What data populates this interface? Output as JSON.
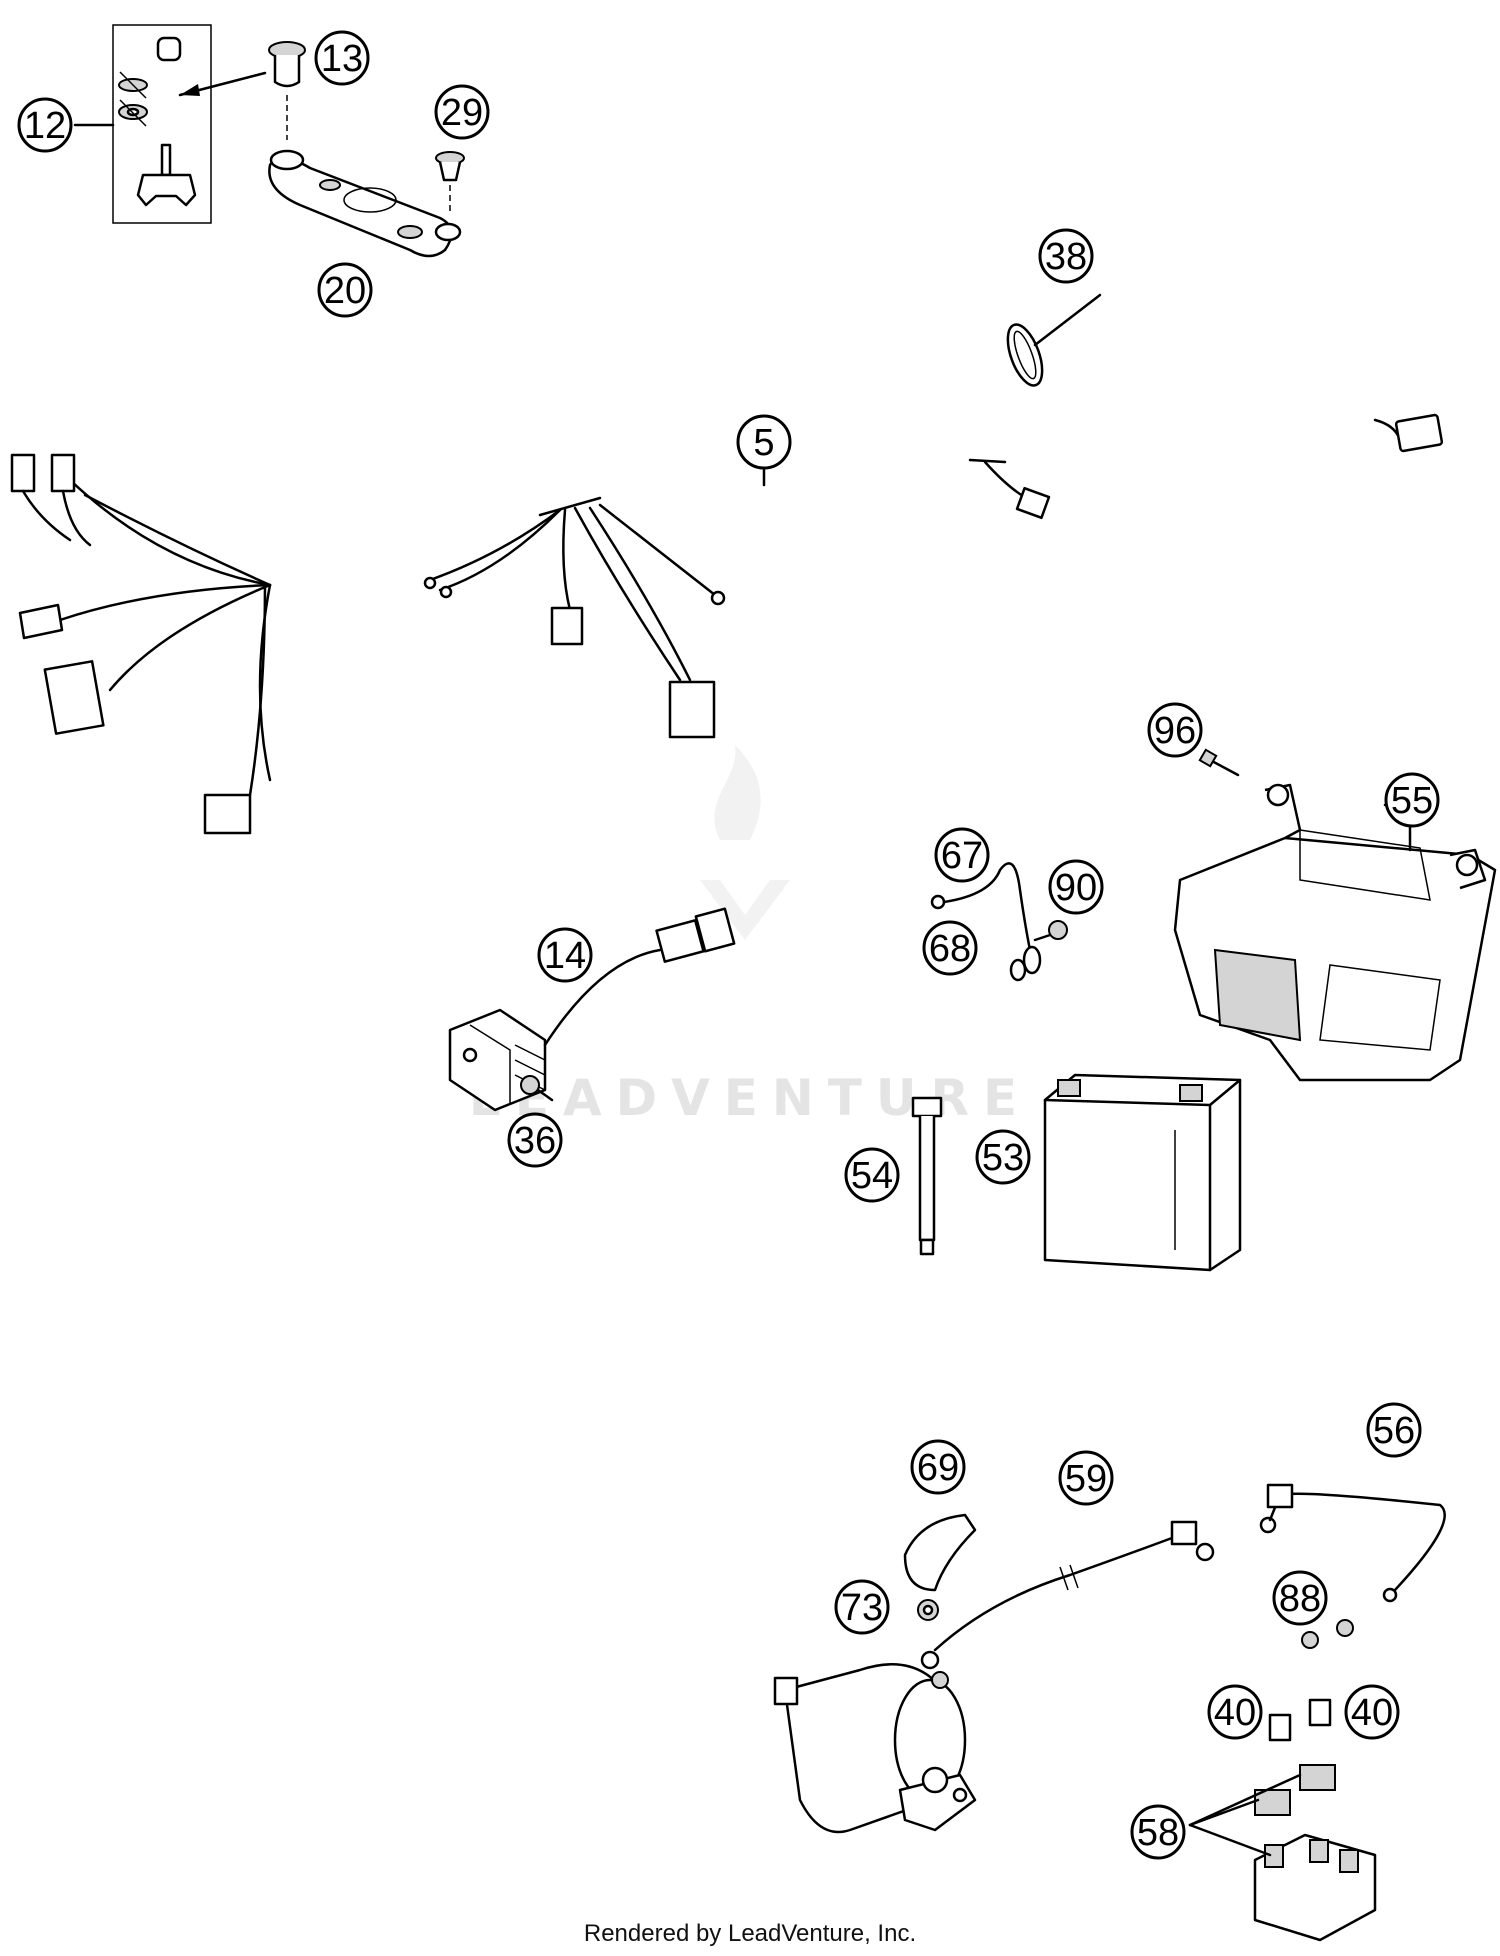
{
  "callouts": {
    "c12": "12",
    "c13": "13",
    "c29": "29",
    "c20": "20",
    "c38": "38",
    "c5": "5",
    "c96": "96",
    "c55": "55",
    "c67": "67",
    "c90": "90",
    "c14": "14",
    "c68": "68",
    "c36": "36",
    "c54": "54",
    "c53": "53",
    "c56": "56",
    "c69": "69",
    "c59": "59",
    "c73": "73",
    "c88": "88",
    "c40a": "40",
    "c40b": "40",
    "c58": "58"
  },
  "watermark": "LEADVENTURE",
  "footer": "Rendered by LeadVenture, Inc.",
  "colors": {
    "line": "#000000",
    "part_fill": "#ffffff",
    "shade": "#c8c8c8",
    "watermark": "#e4e4e4"
  }
}
